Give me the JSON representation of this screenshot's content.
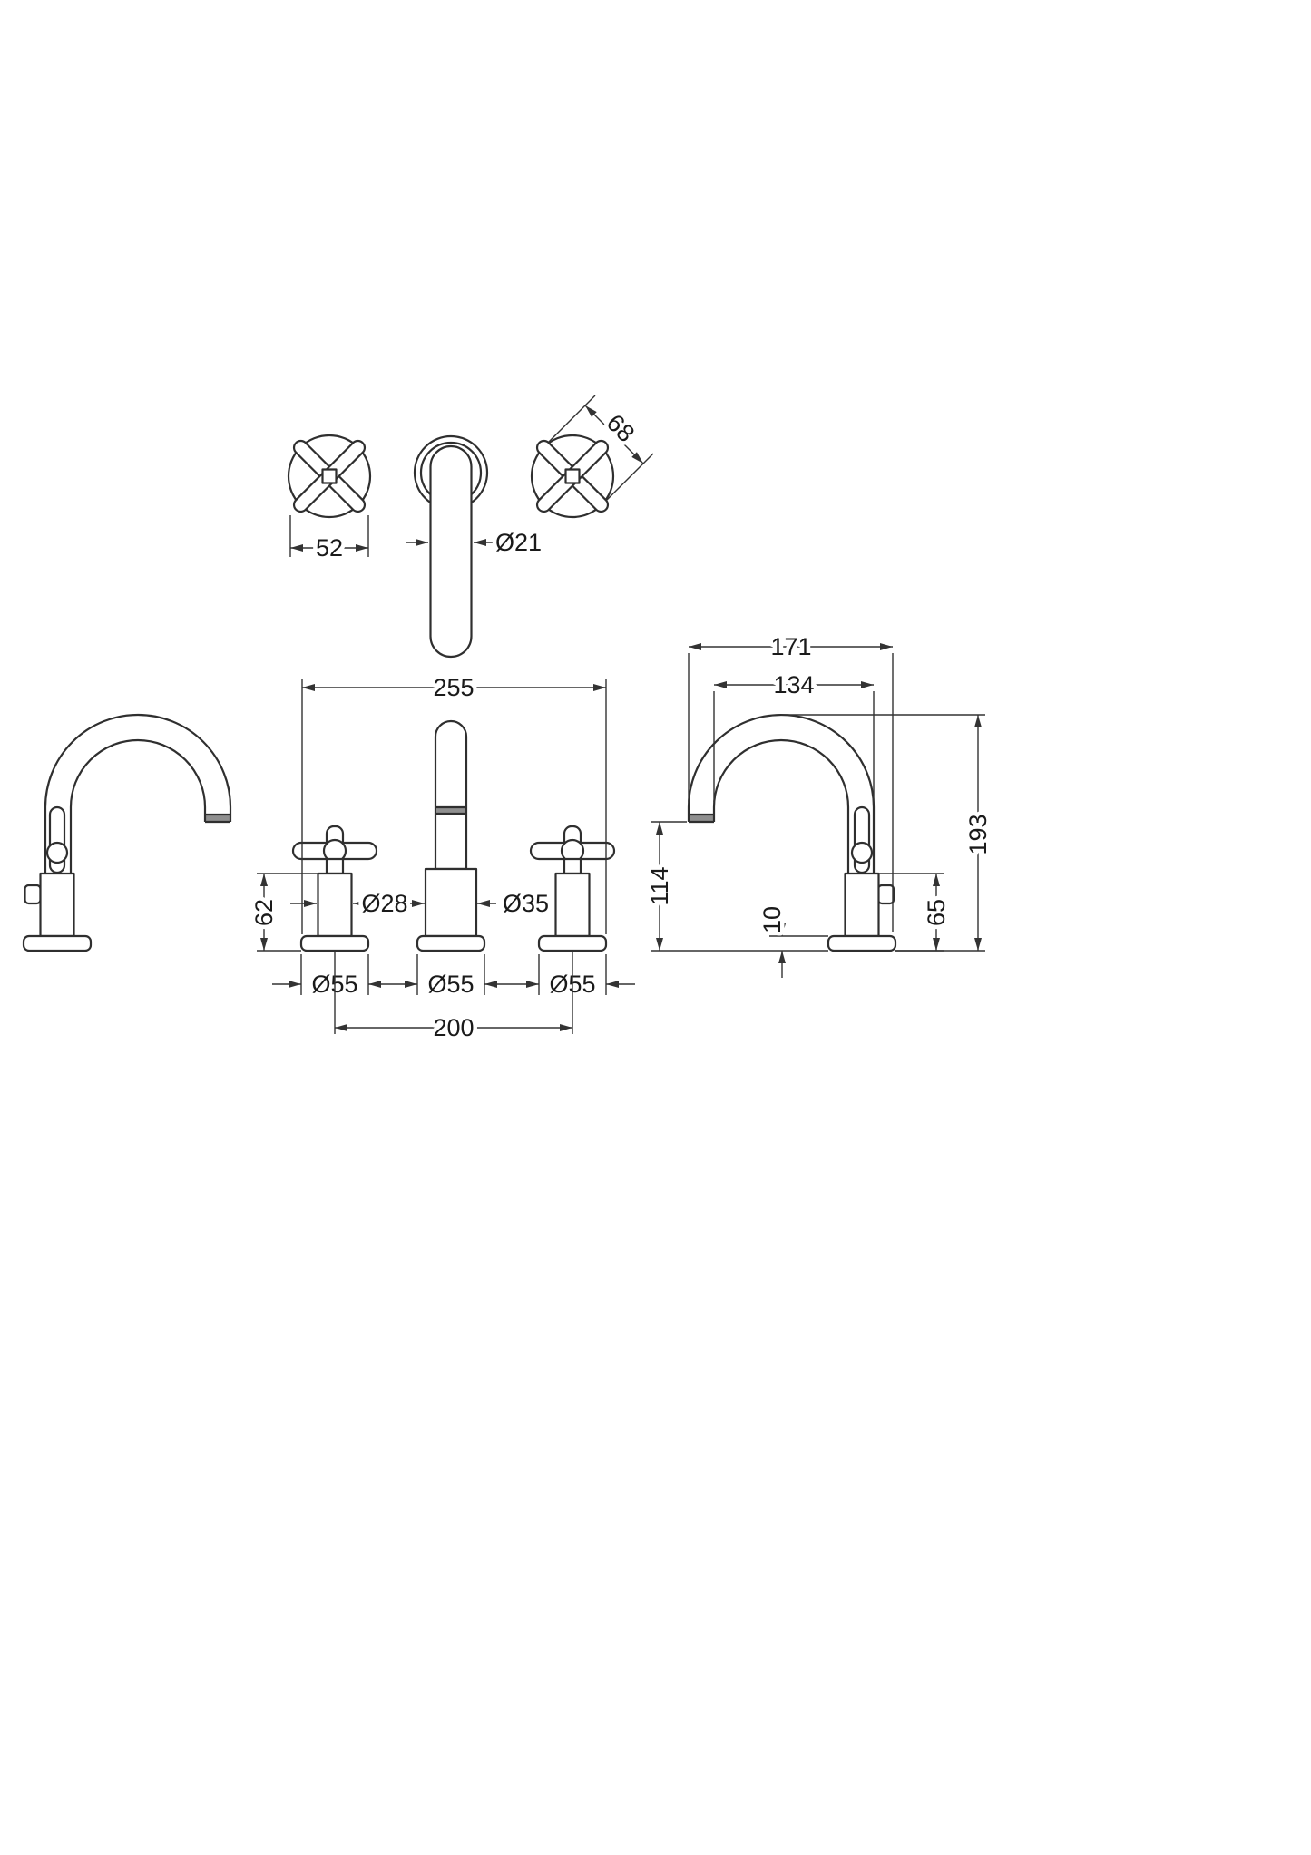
{
  "document": {
    "type": "technical-drawing",
    "subject": "3-hole basin mixer tap with cross handles, dimensioned orthographic views"
  },
  "dimensions": {
    "plan": {
      "handle_width": "52",
      "spout_tube_diameter": "Ø21",
      "handle_diagonal": "68"
    },
    "front": {
      "overall_width": "255",
      "handle_body_height": "62",
      "handle_body_diameter": "Ø28",
      "spout_body_diameter": "Ø35",
      "left_base_diameter": "Ø55",
      "centre_base_diameter": "Ø55",
      "right_base_diameter": "Ø55",
      "hole_centres": "200"
    },
    "side": {
      "overall_reach": "171",
      "spout_reach": "134",
      "spout_clearance": "114",
      "base_height": "10",
      "handle_height": "65",
      "overall_height": "193"
    }
  },
  "colors": {
    "background": "#ffffff",
    "object_line": "#2f2f2f",
    "dimension_line": "#333333",
    "text": "#1a1a1a",
    "aerator_band": "#8f8f8f"
  }
}
